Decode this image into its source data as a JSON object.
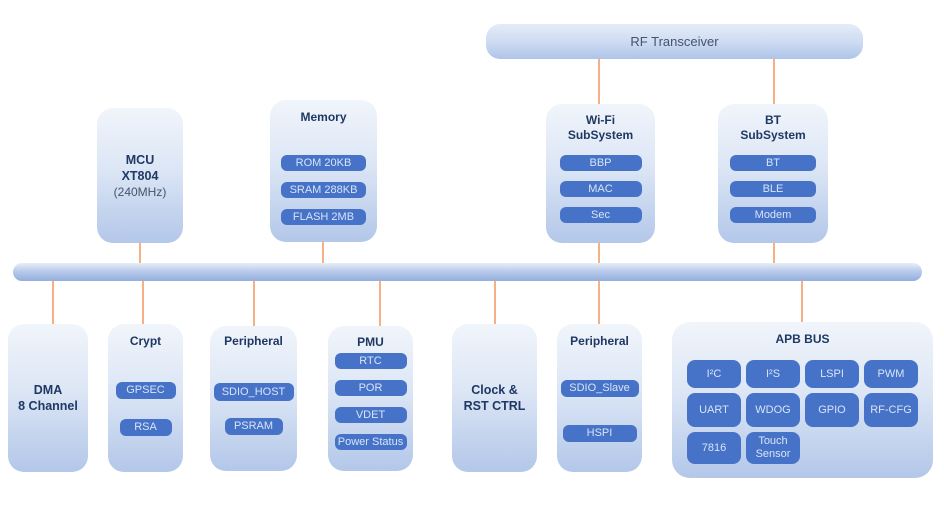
{
  "colors": {
    "chip_blue": "#4673c8",
    "connector_orange": "#f6b083",
    "title_navy": "#1f3864",
    "block_gradient_top": "#f1f5fb",
    "block_gradient_bottom": "#b3c7e9",
    "bus_gradient_bottom": "#92aedd"
  },
  "rf_transceiver": {
    "label": "RF Transceiver"
  },
  "blocks": {
    "mcu": {
      "line1": "MCU",
      "line2": "XT804",
      "line3": "(240MHz)"
    },
    "memory": {
      "title": "Memory",
      "chips": [
        "ROM 20KB",
        "SRAM 288KB",
        "FLASH 2MB"
      ]
    },
    "wifi": {
      "title_line1": "Wi-Fi",
      "title_line2": "SubSystem",
      "chips": [
        "BBP",
        "MAC",
        "Sec"
      ]
    },
    "bt": {
      "title_line1": "BT",
      "title_line2": "SubSystem",
      "chips": [
        "BT",
        "BLE",
        "Modem"
      ]
    },
    "dma": {
      "line1": "DMA",
      "line2": "8 Channel"
    },
    "crypt": {
      "title": "Crypt",
      "chips": [
        "GPSEC",
        "RSA"
      ]
    },
    "peripheral_host": {
      "title": "Peripheral",
      "chips": [
        "SDIO_HOST",
        "PSRAM"
      ]
    },
    "pmu": {
      "title": "PMU",
      "chips": [
        "RTC",
        "POR",
        "VDET",
        "Power Status"
      ]
    },
    "clock": {
      "line1": "Clock &",
      "line2": "RST CTRL"
    },
    "peripheral_slave": {
      "title": "Peripheral",
      "chips": [
        "SDIO_Slave",
        "HSPI"
      ]
    },
    "apb": {
      "title": "APB BUS",
      "rows": [
        [
          "I²C",
          "I²S",
          "LSPI",
          "PWM"
        ],
        [
          "UART",
          "WDOG",
          "GPIO",
          "RF-CFG"
        ],
        [
          "7816",
          "Touch Sensor"
        ]
      ]
    }
  }
}
